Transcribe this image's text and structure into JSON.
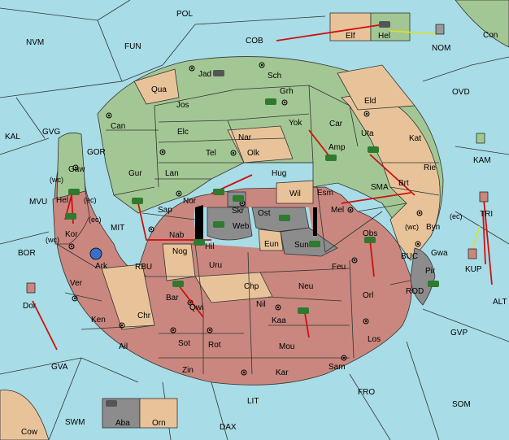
{
  "map": {
    "sea_labels": [
      "POL",
      "NVM",
      "FUN",
      "COB",
      "NOM",
      "Con",
      "OVD",
      "KAL",
      "GVG",
      "GOR",
      "MVU",
      "BOR",
      "MIT",
      "RBU",
      "SMA",
      "BUC",
      "ROD",
      "GVP",
      "KAM",
      "KUP",
      "TRI",
      "ALT",
      "GVA",
      "LIT",
      "FRO",
      "SOM",
      "SWM",
      "DAX",
      "Cow"
    ],
    "land_labels": [
      "Jad",
      "Sch",
      "Qua",
      "Grh",
      "Eld",
      "Jos",
      "Can",
      "Yok",
      "Car",
      "Elc",
      "Nar",
      "Uta",
      "Kat",
      "Tel",
      "Olk",
      "Amp",
      "Gur",
      "Lan",
      "Hug",
      "Rie",
      "Nor",
      "Skr",
      "Wil",
      "Esm",
      "Brt",
      "Sap",
      "Ost",
      "Web",
      "Mel",
      "Byn",
      "Nab",
      "Hil",
      "Eun",
      "Sun",
      "Obs",
      "Gwa",
      "Nog",
      "Uru",
      "Feu",
      "Pir",
      "Ark",
      "Chp",
      "Neu",
      "Orl",
      "Bar",
      "Qwi",
      "Nil",
      "Kor",
      "Gaw",
      "Hel",
      "Ver",
      "Ken",
      "Chr",
      "Kaa",
      "Ail",
      "Sot",
      "Rot",
      "Mou",
      "Los",
      "Zin",
      "Kar",
      "Sam",
      "Elf",
      "Hel",
      "Dor",
      "Aba",
      "Orn"
    ],
    "coast_labels": [
      "(wc)",
      "(ec)",
      "(ec)",
      "(wc)",
      "(wc)",
      "(ec)"
    ],
    "colors": {
      "sea": "#a8dce6",
      "green": "#a3c794",
      "tan": "#e8c39a",
      "red": "#c9877f",
      "gray": "#8c8c8c",
      "arrow": "#cc1111",
      "support": "#e0e020"
    }
  }
}
